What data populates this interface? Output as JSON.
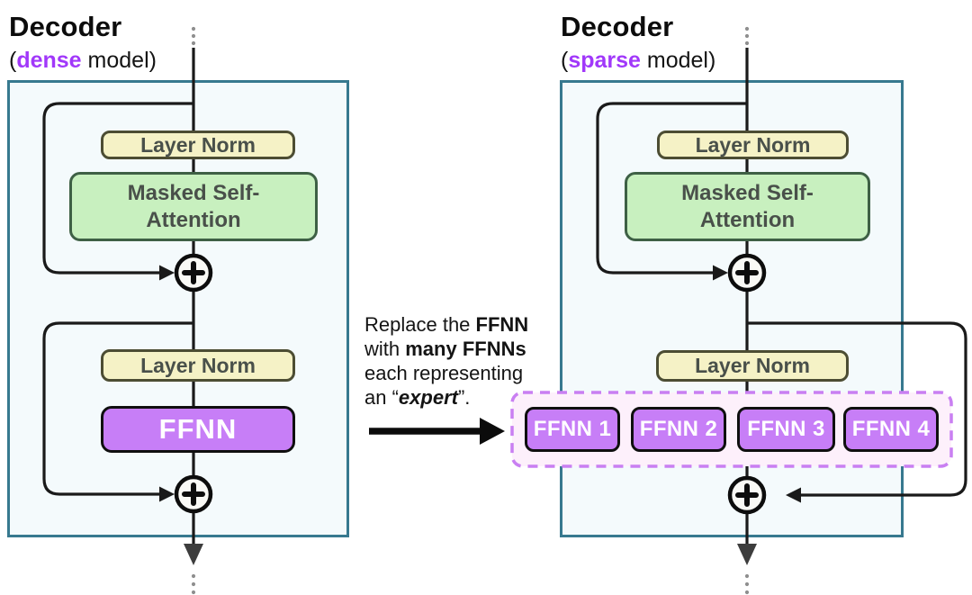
{
  "colors": {
    "accent-purple": "#a138fa",
    "teal-border": "#37798f",
    "panel-fill": "#f4fafc",
    "layernorm-fill": "#f5f2c6",
    "layernorm-border": "#4c4d33",
    "attention-fill": "#c8f0bf",
    "attention-border": "#3e6045",
    "ffnn-fill": "#c77ef7",
    "ffnn-border": "#0f0f0f",
    "experts-fill": "#fdf0fb",
    "experts-border": "#c97ff2",
    "line-color": "#1a1a1a",
    "exit-arrow-color": "#3d3d3d",
    "box-text": "#49504a",
    "dots-color": "#8f8f8f"
  },
  "left": {
    "title": "Decoder",
    "subtitle": {
      "prefix": "(",
      "word": "dense",
      "suffix": " model)"
    },
    "layer_norm_top": "Layer Norm",
    "attention_line1": "Masked Self-",
    "attention_line2": "Attention",
    "layer_norm_bottom": "Layer Norm",
    "ffnn_label": "FFNN"
  },
  "right": {
    "title": "Decoder",
    "subtitle": {
      "prefix": "(",
      "word": "sparse",
      "suffix": " model)"
    },
    "layer_norm_top": "Layer Norm",
    "attention_line1": "Masked Self-",
    "attention_line2": "Attention",
    "layer_norm_bottom": "Layer Norm",
    "experts": [
      "FFNN 1",
      "FFNN 2",
      "FFNN 3",
      "FFNN 4"
    ]
  },
  "middle": {
    "line1_pre": "Replace the ",
    "line1_bold": "FFNN",
    "line2_pre": "with ",
    "line2_bold": "many FFNNs",
    "line3": "each representing",
    "line4_pre": "an “",
    "line4_emph": "expert",
    "line4_post": "”."
  }
}
